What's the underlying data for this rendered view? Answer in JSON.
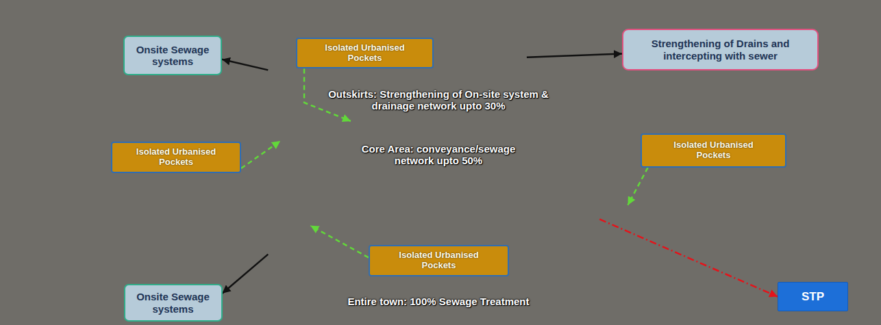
{
  "diagram": {
    "nodes": [
      {
        "text": [
          "Entire town: 100% Sewage Treatment"
        ]
      },
      {
        "text": [
          "Outskirts: Strengthening of On-site system & drainage network upto 30%"
        ],
        "in": 0
      },
      {
        "text": [
          "Core Area: conveyance/sewage network upto 50%"
        ],
        "in": 1
      },
      {
        "text": [
          "Onsite Sewage systems"
        ]
      },
      {
        "text": [
          "Isolated Urbanised Pockets"
        ],
        "in": 0
      },
      {
        "text": [
          "Strengthening of Drains and intercepting with sewer"
        ]
      },
      {
        "text": [
          "Isolated Urbanised Pockets"
        ],
        "in": 0
      },
      {
        "text": [
          "Isolated Urbanised Pockets"
        ],
        "in": 0
      },
      {
        "text": [
          "Onsite Sewage systems"
        ]
      },
      {
        "text": [
          "Isolated Urbanised Pockets"
        ],
        "in": 0
      },
      {
        "text": [
          "STP"
        ]
      }
    ],
    "edges": [
      {
        "from": 1,
        "to": 3,
        "arrow": "to"
      },
      {
        "from": 1,
        "to": 8,
        "arrow": "to"
      },
      {
        "from": 1,
        "to": 5,
        "arrow": "to"
      },
      {
        "from": 4,
        "to": 2,
        "arrow": "to"
      },
      {
        "from": 6,
        "to": 2,
        "arrow": "to"
      },
      {
        "from": 9,
        "to": 2,
        "arrow": "to"
      },
      {
        "from": 7,
        "to": 2,
        "arrow": "to"
      },
      {
        "from": 2,
        "to": 10,
        "arrow": "to"
      }
    ]
  }
}
